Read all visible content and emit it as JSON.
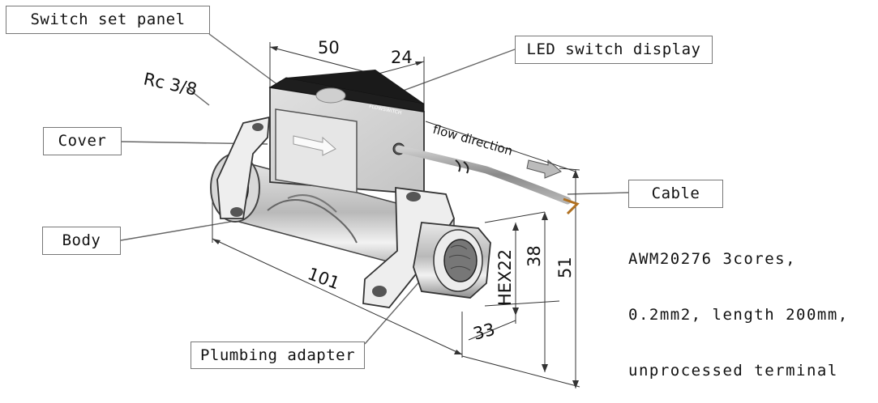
{
  "callouts": {
    "switch_set_panel": "Switch set panel",
    "led_switch_display": "LED switch display",
    "cover": "Cover",
    "body": "Body",
    "cable": "Cable",
    "plumbing_adapter": "Plumbing adapter"
  },
  "cable_spec": {
    "line1": "AWM20276 3cores,",
    "line2": "0.2mm2, length 200mm,",
    "line3": "unprocessed terminal"
  },
  "dimensions": {
    "d50": "50",
    "d24": "24",
    "d101": "101",
    "d38": "38",
    "d51": "51",
    "d33": "33",
    "hex22": "HEX22",
    "rc": "Rc 3/8"
  },
  "flow_label": "flow direction",
  "product_label": "FLOWSWITCH"
}
